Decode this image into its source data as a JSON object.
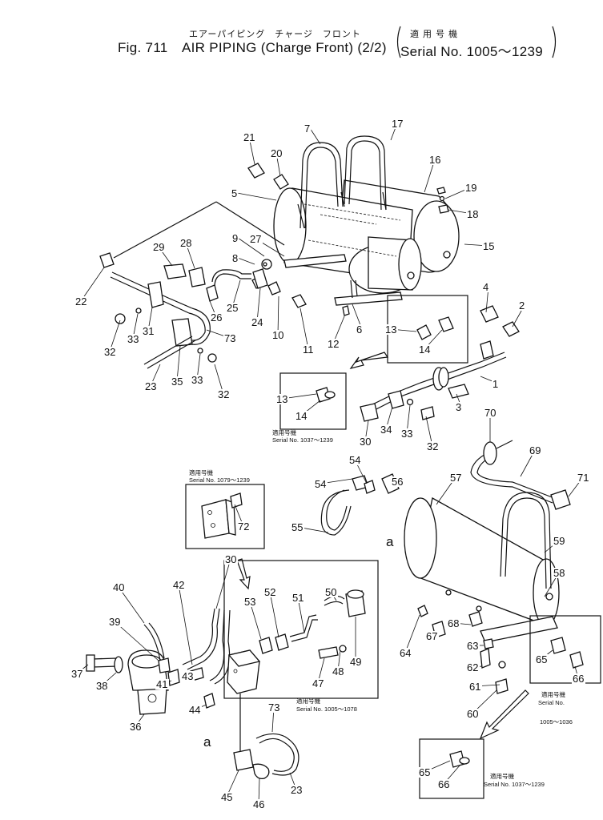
{
  "header": {
    "jp_title": "エアーパイピング　チャージ　フロント",
    "fig_label": "Fig. 711",
    "title": "AIR PIPING (Charge Front) (2/2)",
    "serial_jp": "適 用 号 機",
    "serial": "Serial No. 1005～1239"
  },
  "insets": {
    "serial_1079": {
      "jp": "適用号機",
      "text": "Serial No. 1079～1239"
    },
    "serial_1037_a": {
      "jp": "適用号機",
      "text": "Serial No. 1037～1239"
    },
    "serial_1005_1078": {
      "jp": "適用号機",
      "text": "Serial No. 1005～1078"
    },
    "serial_1005_1036": {
      "jp": "適用号機",
      "text": "Serial No.",
      "range": "1005～1036"
    },
    "serial_1037_b": {
      "jp": "適用号機",
      "text": "Serial No. 1037～1239"
    }
  },
  "connection_labels": {
    "a1": "a",
    "a2": "a"
  },
  "callouts": [
    {
      "id": "c1",
      "num": "1"
    },
    {
      "id": "c2",
      "num": "2"
    },
    {
      "id": "c3",
      "num": "3"
    },
    {
      "id": "c4",
      "num": "4"
    },
    {
      "id": "c5",
      "num": "5"
    },
    {
      "id": "c6",
      "num": "6"
    },
    {
      "id": "c7",
      "num": "7"
    },
    {
      "id": "c8",
      "num": "8"
    },
    {
      "id": "c9",
      "num": "9"
    },
    {
      "id": "c10",
      "num": "10"
    },
    {
      "id": "c11",
      "num": "11"
    },
    {
      "id": "c12",
      "num": "12"
    },
    {
      "id": "c13",
      "num": "13"
    },
    {
      "id": "c13b",
      "num": "13"
    },
    {
      "id": "c14",
      "num": "14"
    },
    {
      "id": "c14b",
      "num": "14"
    },
    {
      "id": "c15",
      "num": "15"
    },
    {
      "id": "c16",
      "num": "16"
    },
    {
      "id": "c17",
      "num": "17"
    },
    {
      "id": "c18",
      "num": "18"
    },
    {
      "id": "c19",
      "num": "19"
    },
    {
      "id": "c20",
      "num": "20"
    },
    {
      "id": "c21",
      "num": "21"
    },
    {
      "id": "c22",
      "num": "22"
    },
    {
      "id": "c23",
      "num": "23"
    },
    {
      "id": "c23b",
      "num": "23"
    },
    {
      "id": "c24",
      "num": "24"
    },
    {
      "id": "c25",
      "num": "25"
    },
    {
      "id": "c26",
      "num": "26"
    },
    {
      "id": "c27",
      "num": "27"
    },
    {
      "id": "c28",
      "num": "28"
    },
    {
      "id": "c29",
      "num": "29"
    },
    {
      "id": "c30",
      "num": "30"
    },
    {
      "id": "c30b",
      "num": "30"
    },
    {
      "id": "c31",
      "num": "31"
    },
    {
      "id": "c32",
      "num": "32"
    },
    {
      "id": "c32b",
      "num": "32"
    },
    {
      "id": "c32c",
      "num": "32"
    },
    {
      "id": "c33",
      "num": "33"
    },
    {
      "id": "c33b",
      "num": "33"
    },
    {
      "id": "c33c",
      "num": "33"
    },
    {
      "id": "c34",
      "num": "34"
    },
    {
      "id": "c35",
      "num": "35"
    },
    {
      "id": "c36",
      "num": "36"
    },
    {
      "id": "c37",
      "num": "37"
    },
    {
      "id": "c38",
      "num": "38"
    },
    {
      "id": "c39",
      "num": "39"
    },
    {
      "id": "c40",
      "num": "40"
    },
    {
      "id": "c41",
      "num": "41"
    },
    {
      "id": "c42",
      "num": "42"
    },
    {
      "id": "c43",
      "num": "43"
    },
    {
      "id": "c44",
      "num": "44"
    },
    {
      "id": "c45",
      "num": "45"
    },
    {
      "id": "c46",
      "num": "46"
    },
    {
      "id": "c47",
      "num": "47"
    },
    {
      "id": "c48",
      "num": "48"
    },
    {
      "id": "c49",
      "num": "49"
    },
    {
      "id": "c50",
      "num": "50"
    },
    {
      "id": "c51",
      "num": "51"
    },
    {
      "id": "c52",
      "num": "52"
    },
    {
      "id": "c53",
      "num": "53"
    },
    {
      "id": "c54",
      "num": "54"
    },
    {
      "id": "c54b",
      "num": "54"
    },
    {
      "id": "c55",
      "num": "55"
    },
    {
      "id": "c56",
      "num": "56"
    },
    {
      "id": "c57",
      "num": "57"
    },
    {
      "id": "c58",
      "num": "58"
    },
    {
      "id": "c59",
      "num": "59"
    },
    {
      "id": "c60",
      "num": "60"
    },
    {
      "id": "c61",
      "num": "61"
    },
    {
      "id": "c62",
      "num": "62"
    },
    {
      "id": "c63",
      "num": "63"
    },
    {
      "id": "c64",
      "num": "64"
    },
    {
      "id": "c65",
      "num": "65"
    },
    {
      "id": "c65b",
      "num": "65"
    },
    {
      "id": "c66",
      "num": "66"
    },
    {
      "id": "c66b",
      "num": "66"
    },
    {
      "id": "c67",
      "num": "67"
    },
    {
      "id": "c68",
      "num": "68"
    },
    {
      "id": "c69",
      "num": "69"
    },
    {
      "id": "c70",
      "num": "70"
    },
    {
      "id": "c71",
      "num": "71"
    },
    {
      "id": "c72",
      "num": "72"
    },
    {
      "id": "c73",
      "num": "73"
    },
    {
      "id": "c73b",
      "num": "73"
    }
  ]
}
